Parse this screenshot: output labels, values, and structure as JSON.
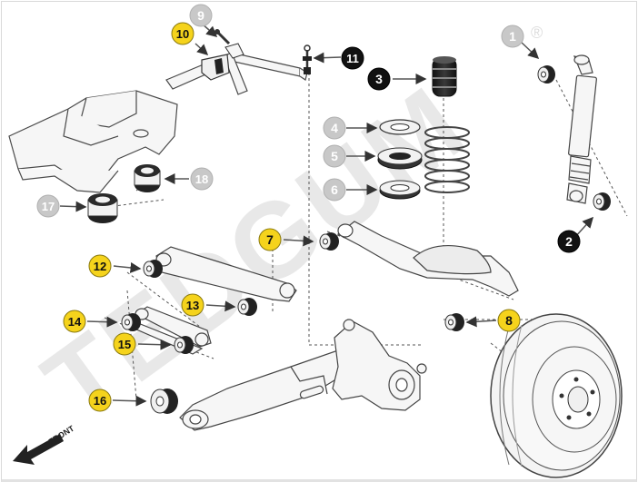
{
  "watermark": {
    "text": "TEDGUM",
    "registered": "®",
    "color": "#e6e6e6"
  },
  "front_label": "FRONT",
  "colors": {
    "yellow": "#f5d31c",
    "black": "#111111",
    "gray": "#c8c8c8",
    "outline": "#4a4a4a",
    "part_fill": "#f4f4f4",
    "rubber": "#2a2a2a"
  },
  "callouts": [
    {
      "id": "1",
      "style": "gray"
    },
    {
      "id": "2",
      "style": "black"
    },
    {
      "id": "3",
      "style": "black"
    },
    {
      "id": "4",
      "style": "gray"
    },
    {
      "id": "5",
      "style": "gray"
    },
    {
      "id": "6",
      "style": "gray"
    },
    {
      "id": "7",
      "style": "yellow"
    },
    {
      "id": "8",
      "style": "yellow"
    },
    {
      "id": "9",
      "style": "gray"
    },
    {
      "id": "10",
      "style": "yellow"
    },
    {
      "id": "11",
      "style": "black"
    },
    {
      "id": "12",
      "style": "yellow"
    },
    {
      "id": "13",
      "style": "yellow"
    },
    {
      "id": "14",
      "style": "yellow"
    },
    {
      "id": "15",
      "style": "yellow"
    },
    {
      "id": "16",
      "style": "yellow"
    },
    {
      "id": "17",
      "style": "gray"
    },
    {
      "id": "18",
      "style": "gray"
    }
  ]
}
